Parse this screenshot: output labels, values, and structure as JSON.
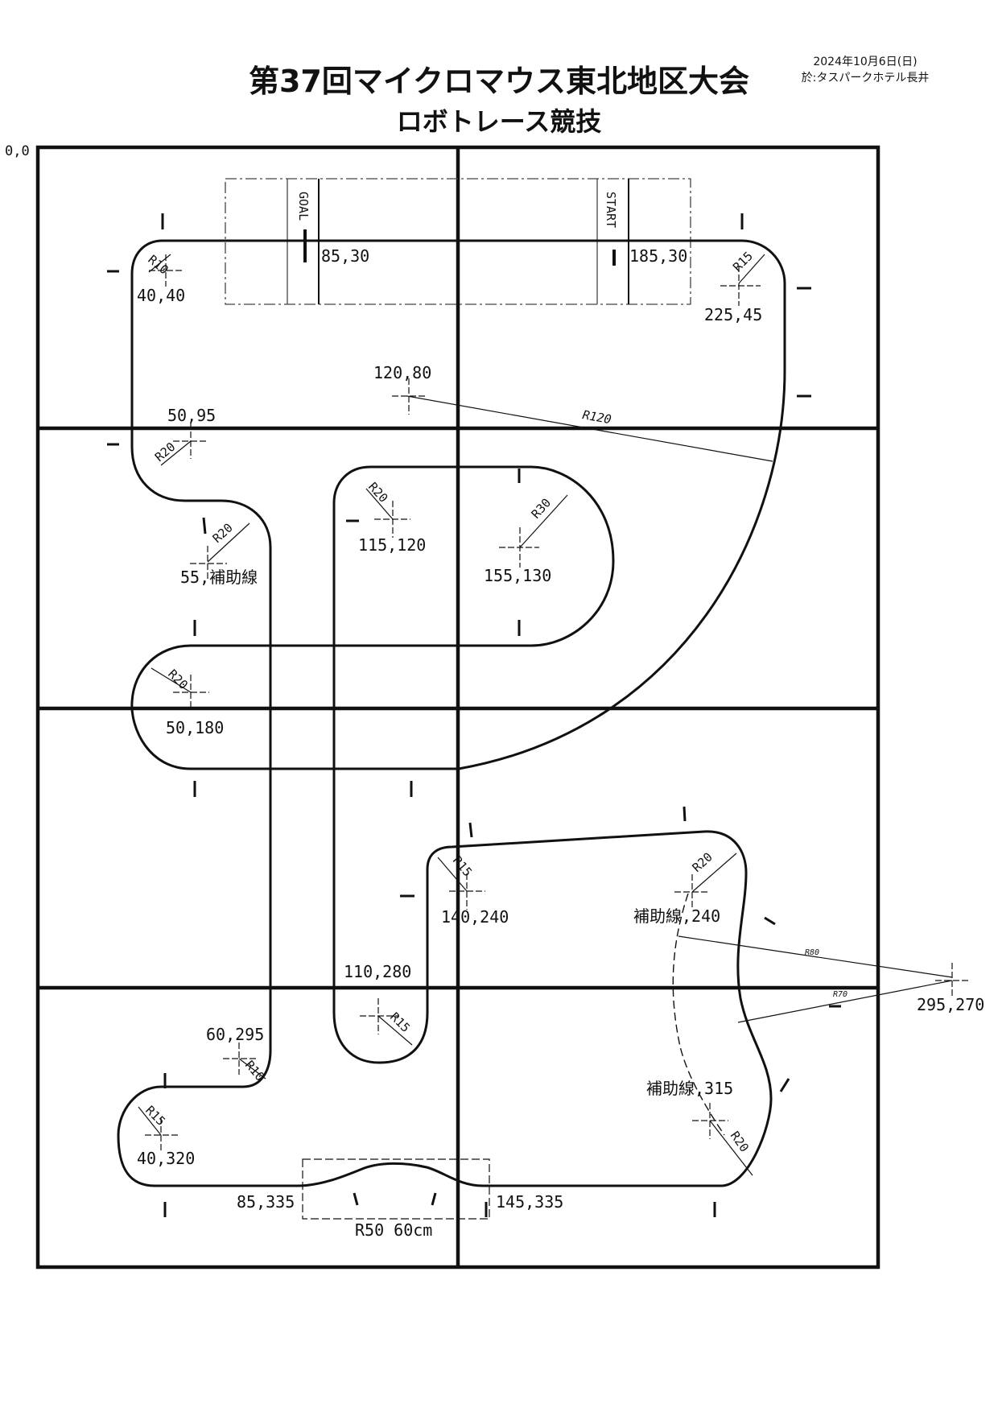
{
  "header": {
    "title": "第37回マイクロマウス東北地区大会",
    "subtitle": "ロボトレース競技",
    "date": "2024年10月6日(日)",
    "venue": "於:タスパークホテル長井"
  },
  "origin_label": "0,0",
  "markers": {
    "goal": "GOAL",
    "start": "START"
  },
  "coordinates": {
    "p85_30": "85,30",
    "p185_30": "185,30",
    "p40_40": "40,40",
    "p225_45": "225,45",
    "p120_80": "120,80",
    "p50_95": "50,95",
    "p55_aux": "55,補助線",
    "p115_120": "115,120",
    "p155_130": "155,130",
    "p50_180": "50,180",
    "p140_240": "140,240",
    "aux_240": "補助線,240",
    "p295_270": "295,270",
    "p110_280": "110,280",
    "p60_295": "60,295",
    "aux_315": "補助線,315",
    "p40_320": "40,320",
    "p85_335": "85,335",
    "p145_335": "145,335",
    "r50_note": "R50 60cm"
  },
  "radii": {
    "r10_a": "R10",
    "r15_a": "R15",
    "r120": "R120",
    "r20_a": "R20",
    "r20_b": "R20",
    "r20_c": "R20",
    "r30": "R30",
    "r20_d": "R20",
    "r15_b": "R15",
    "r20_e": "R20",
    "r80": "R80",
    "r70": "R70",
    "r15_c": "R15",
    "r10_b": "R10",
    "r15_d": "R15",
    "r20_f": "R20"
  }
}
